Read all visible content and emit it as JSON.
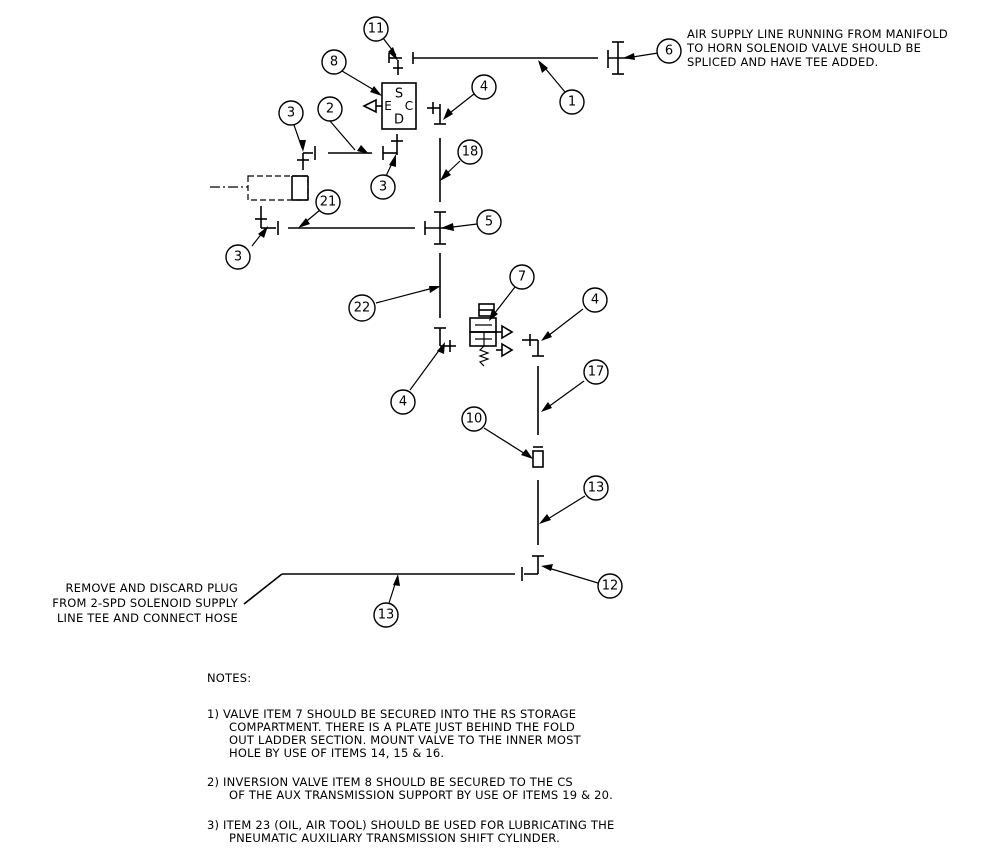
{
  "balloons": [
    "11",
    "8",
    "4",
    "6",
    "1",
    "3",
    "2",
    "18",
    "3",
    "21",
    "5",
    "3",
    "7",
    "4",
    "22",
    "17",
    "4",
    "10",
    "13",
    "12",
    "13"
  ],
  "valve_ports": {
    "s": "S",
    "e": "E",
    "c": "C",
    "d": "D"
  },
  "callouts": {
    "top_right": [
      "AIR SUPPLY LINE RUNNING FROM MANIFOLD",
      "TO HORN SOLENOID VALVE SHOULD BE",
      "SPLICED AND HAVE TEE ADDED."
    ],
    "left": [
      "REMOVE AND DISCARD PLUG",
      "FROM 2-SPD SOLENOID SUPPLY",
      "LINE TEE AND CONNECT HOSE"
    ]
  },
  "notes": {
    "heading": "NOTES:",
    "note1": [
      "1) VALVE ITEM 7 SHOULD BE SECURED INTO THE RS STORAGE",
      "COMPARTMENT.  THERE IS A PLATE JUST BEHIND THE FOLD",
      "OUT LADDER SECTION.  MOUNT VALVE TO THE INNER MOST",
      "HOLE BY USE OF ITEMS 14, 15 & 16."
    ],
    "note2": [
      "2) INVERSION VALVE ITEM 8 SHOULD BE SECURED TO THE CS",
      "OF THE AUX TRANSMISSION SUPPORT BY USE OF ITEMS 19 & 20."
    ],
    "note3": [
      "3) ITEM 23 (OIL, AIR TOOL) SHOULD BE USED FOR LUBRICATING THE",
      "PNEUMATIC AUXILIARY TRANSMISSION SHIFT CYLINDER."
    ]
  }
}
